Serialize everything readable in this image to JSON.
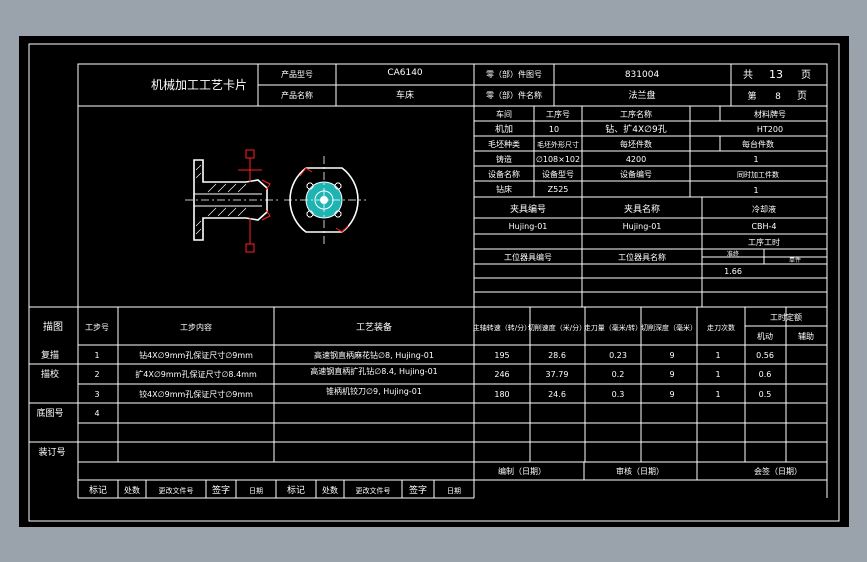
{
  "header": {
    "title": "机械加工工艺卡片",
    "product_model_label": "产品型号",
    "product_model": "CA6140",
    "part_no_label": "零（部）件图号",
    "part_no": "831004",
    "total_prefix": "共",
    "total_pages": "13",
    "page_unit": "页",
    "product_name_label": "产品名称",
    "product_name": "车床",
    "part_name_label": "零（部）件名称",
    "part_name": "法兰盘",
    "page_prefix": "第",
    "page_no": "8",
    "page_unit2": "页"
  },
  "info": {
    "workshop_label": "车间",
    "workshop": "机加",
    "step_no_label": "工序号",
    "step_no": "10",
    "step_name_label": "工序名称",
    "step_name": "钻、扩4X∅9孔",
    "material_label": "材料牌号",
    "material": "HT200",
    "blank_type_label": "毛坯种类",
    "blank_type": "铸造",
    "blank_size_label": "毛坯外形尺寸",
    "blank_size": "∅108×102",
    "blank_count_label": "每坯件数",
    "blank_count": "4200",
    "unit_count_label": "每台件数",
    "unit_count": "1",
    "equip_name_label": "设备名称",
    "equip_name": "钻床",
    "equip_model_label": "设备型号",
    "equip_model": "Z525",
    "equip_no_label": "设备编号",
    "equip_no": "",
    "simul_label": "同时加工件数",
    "simul": "1",
    "fixture_no_label": "夹具编号",
    "fixture_no": "Hujing-01",
    "fixture_name_label": "夹具名称",
    "fixture_name": "Hujing-01",
    "coolant_label": "冷却液",
    "coolant": "CBH-4",
    "station_no_label": "工位器具编号",
    "station_name_label": "工位器具名称",
    "time_quota_label": "工序工时",
    "prep_label": "准终",
    "unit_label": "单件",
    "unit_time": "1.66"
  },
  "steps": {
    "headers": {
      "label_col": "描图",
      "step": "工步号",
      "content": "工步内容",
      "equipment": "工艺装备",
      "spindle": "主轴转速（转/分）",
      "cutting_speed": "切削速度（米/分）",
      "feed": "走刀量（毫米/转）",
      "depth": "切削深度（毫米）",
      "passes": "走刀次数",
      "time_quota": "工时定额",
      "machine_time": "机动",
      "aux_time": "辅助"
    },
    "rows": [
      {
        "left": "复描",
        "no": "1",
        "content": "钻4X∅9mm孔保证尺寸∅9mm",
        "equipment": "高速钢直柄麻花钻∅8, Hujing-01",
        "spindle": "195",
        "speed": "28.6",
        "feed": "0.23",
        "depth": "9",
        "passes": "1",
        "machine": "0.56"
      },
      {
        "left": "描校",
        "no": "2",
        "content": "扩4X∅9mm孔保证尺寸∅8.4mm",
        "equipment": "高速钢直柄扩孔钻∅8.4, Hujing-01",
        "spindle": "246",
        "speed": "37.79",
        "feed": "0.2",
        "depth": "9",
        "passes": "1",
        "machine": "0.6"
      },
      {
        "left": "",
        "no": "3",
        "content": "铰4X∅9mm孔保证尺寸∅9mm",
        "equipment": "锥柄机铰刀∅9, Hujing-01",
        "spindle": "180",
        "speed": "24.6",
        "feed": "0.3",
        "depth": "9",
        "passes": "1",
        "machine": "0.5"
      },
      {
        "left": "底图号",
        "no": "4",
        "content": "",
        "equipment": "",
        "spindle": "",
        "speed": "",
        "feed": "",
        "depth": "",
        "passes": "",
        "machine": ""
      }
    ],
    "binding_label": "装订号"
  },
  "footer": {
    "design": "编制（日期）",
    "review": "审核（日期）",
    "sign": "会签（日期）",
    "mark": "标记",
    "place": "处数",
    "change_doc": "更改文件号",
    "signature": "签字",
    "date": "日期"
  },
  "colors": {
    "background": "#000000",
    "lines": "#ffffff",
    "dimension": "#ff2020",
    "gray_frame": "#9aa2ab"
  }
}
